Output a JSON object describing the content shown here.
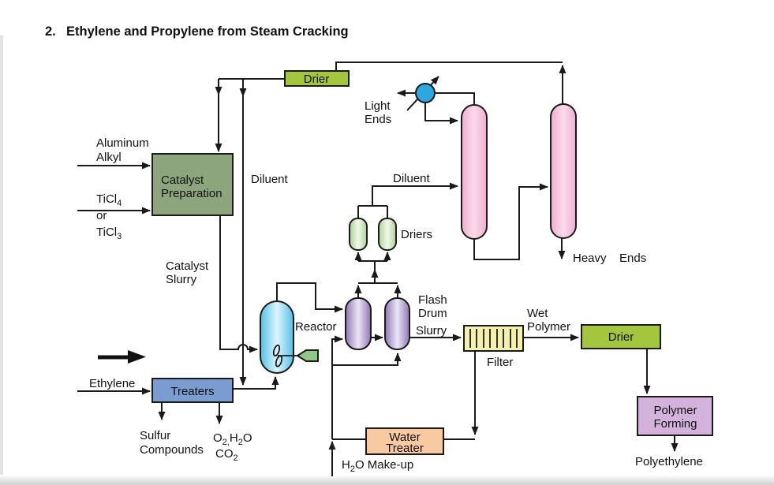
{
  "title": {
    "number": "2.",
    "text": "Ethylene and Propylene from Steam Cracking"
  },
  "equipment": {
    "drier_top": "Drier",
    "catalyst_preparation": {
      "line1": "Catalyst",
      "line2": "Preparation"
    },
    "treaters": "Treaters",
    "reactor": "Reactor",
    "flash_drum": {
      "line1": "Flash",
      "line2": "Drum"
    },
    "driers": "Driers",
    "filter": "Filter",
    "water_treater": {
      "line1": "Water",
      "line2": "Treater"
    },
    "drier_right": "Drier",
    "polymer_forming": {
      "line1": "Polymer",
      "line2": "Forming"
    }
  },
  "streams": {
    "aluminum_alkyl": {
      "line1": "Aluminum",
      "line2": "Alkyl"
    },
    "ticl4": {
      "base": "TiCl",
      "sub": "4"
    },
    "or_word": "or",
    "ticl3": {
      "base": "TiCl",
      "sub": "3"
    },
    "catalyst_slurry": {
      "line1": "Catalyst",
      "line2": "Slurry"
    },
    "diluent_left": "Diluent",
    "diluent_right": "Diluent",
    "ethylene": "Ethylene",
    "sulfur_compounds": {
      "line1": "Sulfur",
      "line2": "Compounds"
    },
    "o2_h2o": {
      "p1": "O",
      "s1": "2,",
      "p2": "H",
      "s2": "2",
      "p3": "O"
    },
    "co2": {
      "base": "CO",
      "sub": "2"
    },
    "light_ends": {
      "line1": "Light",
      "line2": "Ends"
    },
    "heavy_ends": {
      "word1": "Heavy",
      "word2": "Ends"
    },
    "slurry": "Slurry",
    "wet_polymer": {
      "line1": "Wet",
      "line2": "Polymer"
    },
    "h2o_makeup": {
      "p1": "H",
      "s1": "2",
      "p2": "O Make-up"
    },
    "polyethylene": "Polyethylene"
  },
  "colors": {
    "drier_green": "#a4c63c",
    "catalyst_prep_sage": "#8da57d",
    "treaters_blue": "#7b9cd0",
    "reactor_cyan_edge": "#54bfe6",
    "reactor_cyan_center": "#dcf5fd",
    "flash_drum_purple_edge": "#8f76b6",
    "flash_drum_purple_center": "#ece6f4",
    "drier_small_green_edge": "#abd092",
    "drier_small_green_center": "#f3f9eb",
    "column_pink_edge": "#efaed1",
    "column_pink_center": "#fadbea",
    "filter_yellow": "#f4f1ae",
    "water_treater_peach": "#f9caa1",
    "polymer_forming_lavender": "#d3b3dc",
    "condenser_blue": "#2aa8df",
    "agitator_green": "#8fc985",
    "page_edge_gray": "#cfcfcf"
  }
}
